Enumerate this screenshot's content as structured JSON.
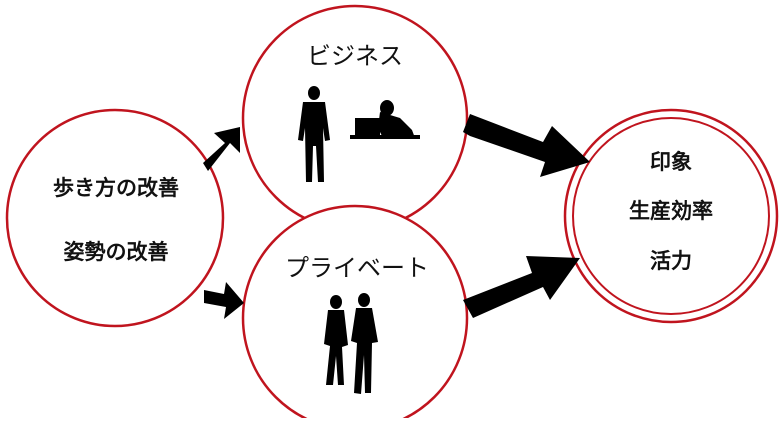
{
  "left_node": {
    "line1": "歩き方の改善",
    "line2": "姿勢の改善"
  },
  "business_node": {
    "title": "ビジネス",
    "icons": [
      "businessman-icon",
      "woman-at-laptop-icon"
    ]
  },
  "private_node": {
    "title": "プライベート",
    "icons": [
      "walking-couple-icon"
    ]
  },
  "result_node": {
    "line1": "印象",
    "line2": "生産効率",
    "line3": "活力"
  },
  "colors": {
    "circle_stroke": "#c0141e",
    "arrow": "#000000",
    "text": "#111111"
  }
}
